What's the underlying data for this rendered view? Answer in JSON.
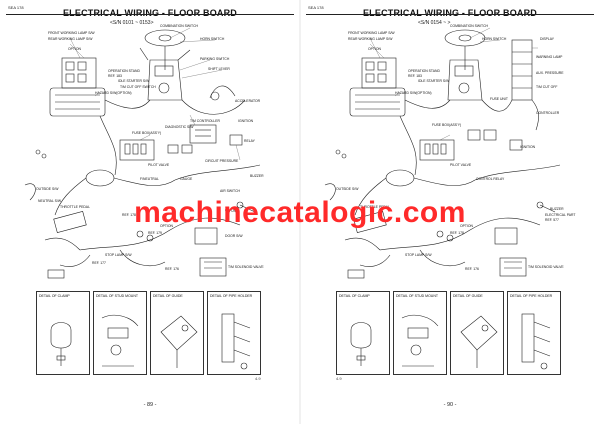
{
  "left_page": {
    "code": "SEA 178",
    "title": "ELECTRICAL WIRING - FLOOR BOARD",
    "serial": "<S/N  0101 ~ 0153>",
    "page_number": "- 89 -",
    "footer_code": "4.9",
    "labels": {
      "front_lamp": "FRONT WORKING LAMP S/W",
      "rear_lamp": "REAR WORKING LAMP S/W",
      "option": "OPTION",
      "combination_switch": "COMBINATION SWITCH",
      "horn_switch": "HORN SWITCH",
      "parking_switch": "PARKING SWITCH",
      "operation_stand": "OPERATION STAND",
      "ref_183": "REF. 183",
      "idle_starter": "IDLE STARTER S/W",
      "shift_lever": "SHIFT LEVER",
      "cut_off": "T/M CUT OFF SWITCH",
      "hazard": "HAZARD S/W(OPTION)",
      "speed_grip": "ACCELERATOR",
      "tm_controller": "T/M CONTROLLER",
      "fuse_box": "FUSE BOX(ASS'Y)",
      "diagnostic": "DIAGNOSTIC S/W",
      "ignition": "IGNITION",
      "relay": "RELAY",
      "pilot_valve": "PILOT VALVE",
      "circuit_pressure": "CIRCUIT PRESSURE",
      "buzzer": "BUZZER",
      "gauge": "GAUGE",
      "f_neutral": "F/NEUTRAL",
      "outside_sw": "OUTSIDE S/W",
      "throttle_pedal": "THROTTLE PEDAL",
      "ref_178": "REF. 178",
      "ref_179": "REF. 179",
      "ref_177": "REF. 177",
      "stop_lamp": "STOP LAMP S/W",
      "tm_solenoid": "T/M SOLENOID VALVE",
      "ref_176": "REF. 176",
      "option2": "OPTION",
      "neutral_sw": "NEUTRAL S/W",
      "air_switch": "AIR SWITCH",
      "w_fuse": "W/FUSE",
      "door_sw": "DOOR S/W"
    },
    "details": [
      {
        "title": "DETAIL OF CLAMP"
      },
      {
        "title": "DETAIL OF STUD MOUNT"
      },
      {
        "title": "DETAIL OF GUIDE"
      },
      {
        "title": "DETAIL OF PIPE HOLDER"
      }
    ]
  },
  "right_page": {
    "code": "SEA 178",
    "title": "ELECTRICAL WIRING - FLOOR BOARD",
    "serial": "<S/N  0154 ~        >",
    "page_number": "- 90 -",
    "footer_code": "4.9",
    "labels": {
      "front_lamp": "FRONT WORKING LAMP S/W",
      "rear_lamp": "REAR WORKING LAMP S/W",
      "option": "OPTION",
      "combination_switch": "COMBINATION SWITCH",
      "horn_switch": "HORN SWITCH",
      "display": "DISPLAY",
      "operation_stand": "OPERATION STAND",
      "ref_183": "REF. 183",
      "idle_starter": "IDLE STARTER S/W",
      "hazard": "HAZARD S/W(OPTION)",
      "fuse_unit": "FUSE UNIT",
      "controller": "CONTROLLER",
      "warning_lamp": "WARNING LAMP",
      "aux_pressure": "AUX. PRESSURE",
      "cut_off": "T/M CUT OFF",
      "fuse_box": "FUSE BOX(ASS'Y)",
      "ignition": "IGNITION",
      "pilot_valve": "PILOT VALVE",
      "buzzer": "BUZZER",
      "electrical_part": "ELECTRICAL PART",
      "ref_577": "REF. 577",
      "throttle_pedal": "THROTTLE PEDAL",
      "outside_sw": "OUTSIDE S/W",
      "stop_lamp": "STOP LAMP S/W",
      "tm_solenoid": "T/M SOLENOID VALVE",
      "ref_176": "REF. 176",
      "ref_178": "REF. 178",
      "control_relay": "CONTROL RELAY",
      "option2": "OPTION"
    },
    "details": [
      {
        "title": "DETAIL OF CLAMP"
      },
      {
        "title": "DETAIL OF STUD MOUNT"
      },
      {
        "title": "DETAIL OF GUIDE"
      },
      {
        "title": "DETAIL OF PIPE HOLDER"
      }
    ]
  },
  "watermark": "machinecatalogic.com",
  "colors": {
    "ink": "#222222",
    "watermark": "#ff2a2a"
  }
}
